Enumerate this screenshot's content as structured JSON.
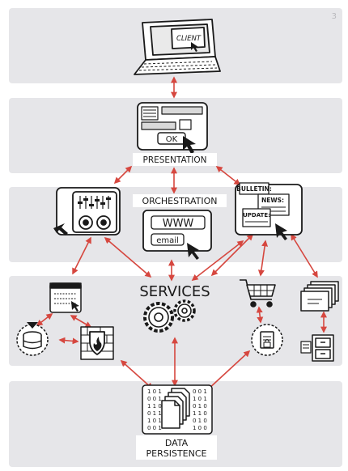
{
  "page_number": "3",
  "nodes": {
    "client": "CLIENT",
    "presentation": {
      "label": "PRESENTATION",
      "ok_button": "OK"
    },
    "orchestration": {
      "label": "ORCHESTRATION",
      "www": "WWW",
      "email": "email",
      "bulletin": "BULLETIN:",
      "news": "NEWS:",
      "update": "UPDATE:"
    },
    "services": {
      "label": "SERVICES"
    },
    "data": {
      "label_line1": "DATA",
      "label_line2": "PERSISTENCE",
      "binary_left": [
        "1 0 1",
        "0 0 1",
        "1 1 0",
        "0 1 1",
        "1 0 1",
        "0 0 1"
      ],
      "binary_right": [
        "0 0 1",
        "1 0 1",
        "0 1 0",
        "1 1 0",
        "0 1 0",
        "1 0 0"
      ]
    }
  },
  "colors": {
    "layer": "#e6e6e9",
    "connector": "#d6473f",
    "stroke": "#1a1a1a"
  }
}
